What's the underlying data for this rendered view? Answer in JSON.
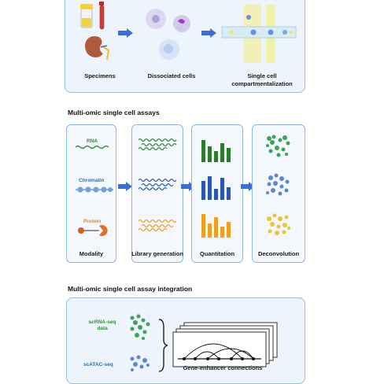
{
  "top": {
    "labels": [
      "Specimens",
      "Dissociated cells",
      "Single cell compartmentalization"
    ]
  },
  "assays": {
    "title": "Multi-omic single cell assays",
    "molecules": [
      {
        "name": "RNA",
        "color": "#2e8b3a"
      },
      {
        "name": "Chromatin",
        "color": "#2a6fb5"
      },
      {
        "name": "Protein",
        "color": "#e08a1c"
      }
    ],
    "step_labels": [
      "Modality",
      "Library generation",
      "Quantitation",
      "Deconvolution"
    ]
  },
  "integration": {
    "title": "Multi-omic single cell assay integration",
    "inputs": [
      "scRNA-seq data",
      "scATAC-seq"
    ],
    "output": "Gene-enhancer connections"
  },
  "colors": {
    "green": "#2e8b3a",
    "blue": "#2a5fb5",
    "orange": "#f0a020",
    "arrow": "#3c6fd6"
  }
}
